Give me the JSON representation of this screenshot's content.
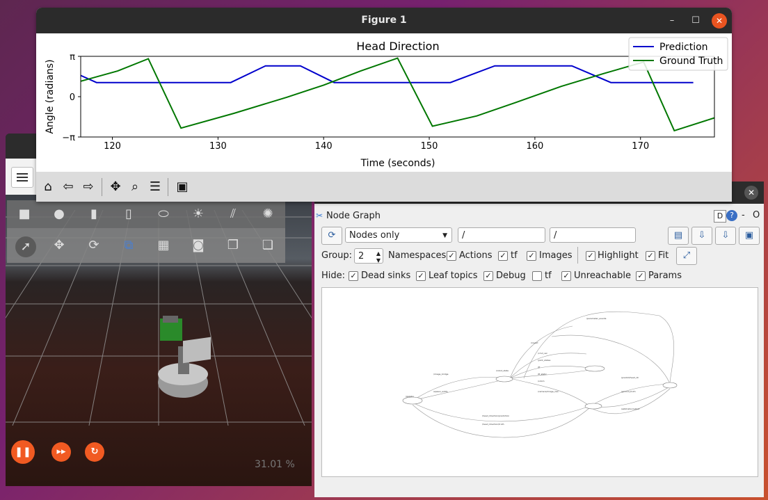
{
  "figure_window": {
    "title": "Figure 1",
    "controls": {
      "minimize": "–",
      "maximize": "☐",
      "close": "✕"
    }
  },
  "chart_data": {
    "type": "line",
    "title": "Head Direction",
    "xlabel": "Time (seconds)",
    "ylabel": "Angle (radians)",
    "xlim": [
      117,
      177
    ],
    "ylim": [
      -3.14159,
      3.14159
    ],
    "xticks": [
      120,
      130,
      140,
      150,
      160,
      170
    ],
    "yticks": [
      {
        "value": 3.14159,
        "label": "π"
      },
      {
        "value": 0,
        "label": "0"
      },
      {
        "value": -3.14159,
        "label": "−π"
      }
    ],
    "legend_position": "top-right",
    "series": [
      {
        "name": "Prediction",
        "color": "#0000cc",
        "x": [
          117,
          118.5,
          131.2,
          134.5,
          137.8,
          141,
          152,
          156.2,
          163.5,
          167.2,
          175
        ],
        "y": [
          1.65,
          1.1,
          1.1,
          2.4,
          2.4,
          1.1,
          1.1,
          2.4,
          2.4,
          1.1,
          1.1
        ]
      },
      {
        "name": "Ground Truth",
        "color": "#007700",
        "x": [
          117,
          120.5,
          123.4,
          126.5,
          131.5,
          136.5,
          140,
          143.5,
          147,
          150.3,
          154.5,
          158.2,
          162.5,
          166.5,
          170.3,
          173.2,
          177
        ],
        "y": [
          1.2,
          2.0,
          2.95,
          -2.45,
          -1.3,
          -0.05,
          0.9,
          2.0,
          3.0,
          -2.3,
          -1.5,
          -0.45,
          0.8,
          1.8,
          2.7,
          -2.65,
          -1.65
        ]
      }
    ]
  },
  "mpl_toolbar": {
    "buttons": [
      {
        "name": "home-icon",
        "glyph": "⌂"
      },
      {
        "name": "back-icon",
        "glyph": "⇦"
      },
      {
        "name": "forward-icon",
        "glyph": "⇨"
      },
      {
        "name": "pan-icon",
        "glyph": "✥"
      },
      {
        "name": "zoom-icon",
        "glyph": "⌕"
      },
      {
        "name": "configure-icon",
        "glyph": "☰"
      },
      {
        "name": "save-icon",
        "glyph": "▣"
      }
    ]
  },
  "gazebo": {
    "menu_icon": "hamburger-icon",
    "real_time_factor": "31.01 %",
    "shape_tools": [
      "box",
      "sphere",
      "cylinder",
      "capsule",
      "ellipsoid",
      "sun",
      "directional-light",
      "spot-light"
    ],
    "edit_tools": [
      "select",
      "translate",
      "rotate",
      "snap",
      "grid",
      "camera",
      "copy",
      "paste"
    ],
    "playback": {
      "pause": "❚❚",
      "step": "▸▸",
      "reset": "↻"
    }
  },
  "rqt": {
    "close": "✕",
    "plugin_title": "Node Graph",
    "header_buttons": {
      "d": "D",
      "help": "?",
      "minimize": "-",
      "close": "O"
    },
    "graph_mode": "Nodes only",
    "ns_filter": "/",
    "topic_filter": "/",
    "group_label": "Group:",
    "group_value": "2",
    "namespaces": "Namespaces",
    "actions": "Actions",
    "tf": "tf",
    "images": "Images",
    "highlight": "Highlight",
    "fit": "Fit",
    "hide_label": "Hide:",
    "dead_sinks": "Dead sinks",
    "leaf_topics": "Leaf topics",
    "debug": "Debug",
    "hide_tf": "tf",
    "unreachable": "Unreachable",
    "params": "Params"
  }
}
